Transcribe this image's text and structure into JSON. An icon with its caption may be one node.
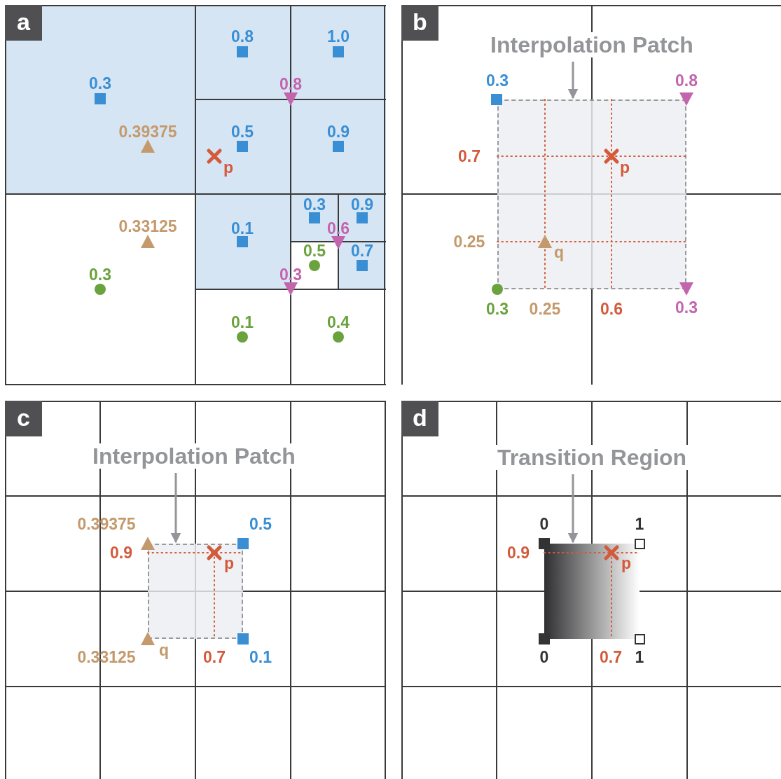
{
  "diagram": {
    "nodes": [
      {
        "text": [
          "a"
        ]
      },
      {
        "text": [
          "b"
        ]
      },
      {
        "text": [
          "Interpolation Patch"
        ],
        "in": 1
      },
      {
        "text": [],
        "shape": "box",
        "in": 1
      },
      {
        "text": [
          "c"
        ]
      },
      {
        "text": [
          "Interpolation Patch"
        ],
        "in": 4
      },
      {
        "text": [],
        "shape": "box",
        "in": 4
      },
      {
        "text": [
          "d"
        ]
      },
      {
        "text": [
          "Transition Region"
        ],
        "in": 7
      },
      {
        "text": [],
        "shape": "box",
        "in": 7
      }
    ],
    "edges": [
      {
        "from": 2,
        "to": 3,
        "arrow": "to"
      },
      {
        "from": 5,
        "to": 6,
        "arrow": "to"
      },
      {
        "from": 8,
        "to": 9,
        "arrow": "to"
      }
    ],
    "labels": [
      "0.8",
      "1.0",
      "0.3",
      "0.8",
      "0.39375",
      "0.5",
      "0.9",
      "p",
      "0.33125",
      "0.1",
      "0.3",
      "0.9",
      "0.6",
      "0.5",
      "0.7",
      "0.3",
      "0.3",
      "0.1",
      "0.4",
      "0.3",
      "0.8",
      "0.7",
      "p",
      "0.25",
      "q",
      "0.3",
      "0.25",
      "0.6",
      "0.3",
      "0.39375",
      "0.5",
      "0.9",
      "p",
      "0.33125",
      "q",
      "0.7",
      "0.1",
      "0",
      "1",
      "0.9",
      "p",
      "0",
      "0.7",
      "1"
    ]
  }
}
